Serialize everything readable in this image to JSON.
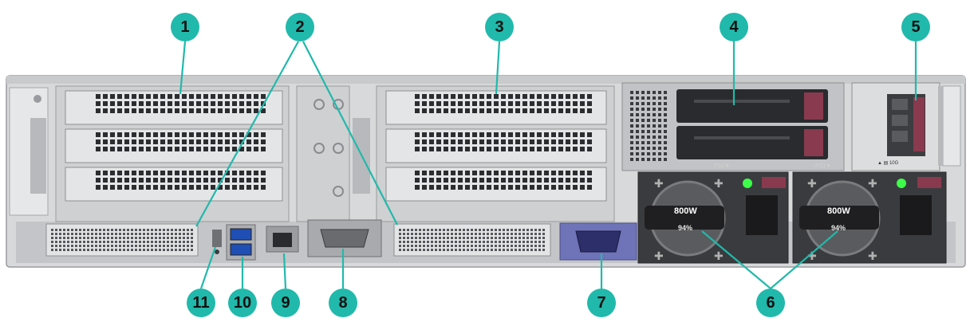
{
  "callouts": [
    "1",
    "2",
    "3",
    "4",
    "5",
    "6",
    "7",
    "8",
    "9",
    "10",
    "11"
  ],
  "psu": {
    "wattage": "800W",
    "efficiency": "94%"
  },
  "drive_bay_labels": [
    "PS2▼",
    "PS1▼"
  ],
  "ocp_label": "▲ ▤ 10G"
}
